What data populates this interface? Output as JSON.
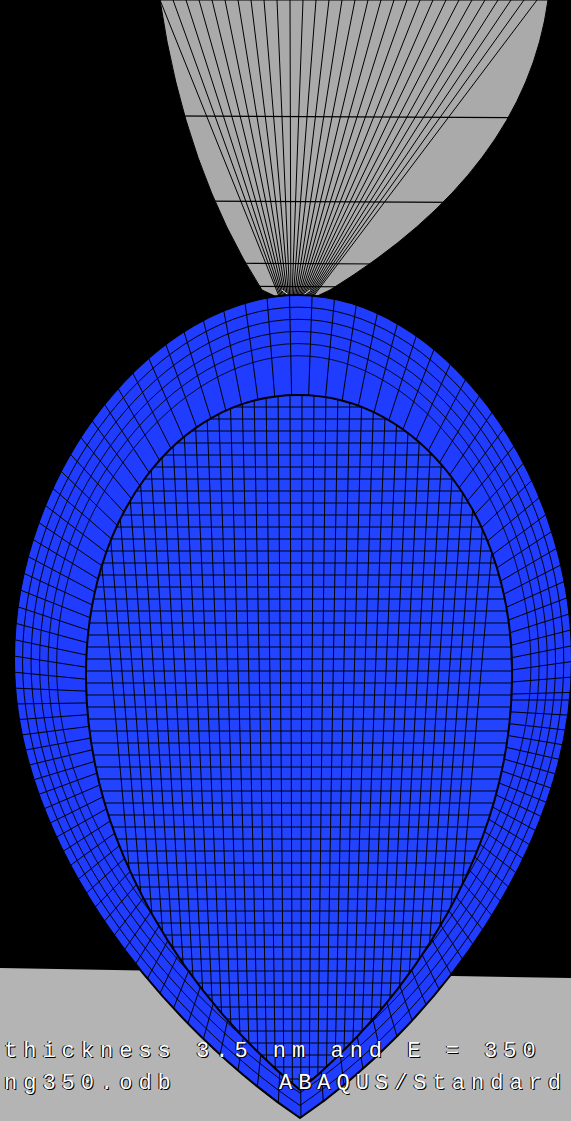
{
  "diagram": {
    "labels": [
      "thickness 3.5 nm and E = 350",
      "ng350.odb",
      "ABAQUS/Standard"
    ]
  }
}
